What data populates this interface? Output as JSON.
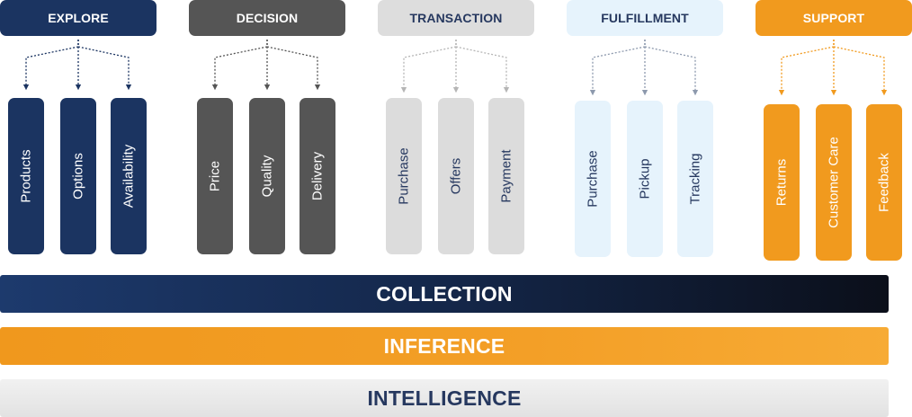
{
  "groups": [
    {
      "key": "explore",
      "title": "EXPLORE",
      "items": [
        "Products",
        "Options",
        "Availability"
      ],
      "color": "#1b3461"
    },
    {
      "key": "decision",
      "title": "DECISION",
      "items": [
        "Price",
        "Quality",
        "Delivery"
      ],
      "color": "#555555"
    },
    {
      "key": "transaction",
      "title": "TRANSACTION",
      "items": [
        "Purchase",
        "Offers",
        "Payment"
      ],
      "color": "#dcdcdc"
    },
    {
      "key": "fulfillment",
      "title": "FULFILLMENT",
      "items": [
        "Purchase",
        "Pickup",
        "Tracking"
      ],
      "color": "#e6f3fc"
    },
    {
      "key": "support",
      "title": "SUPPORT",
      "items": [
        "Returns",
        "Customer Care",
        "Feedback"
      ],
      "color": "#f19a1e"
    }
  ],
  "layers": {
    "collection": "COLLECTION",
    "inference": "INFERENCE",
    "intelligence": "INTELLIGENCE"
  },
  "colors": {
    "navy": "#1b3461",
    "gray": "#555555",
    "light_gray": "#dcdcdc",
    "light_blue": "#e6f3fc",
    "orange": "#f19a1e"
  }
}
